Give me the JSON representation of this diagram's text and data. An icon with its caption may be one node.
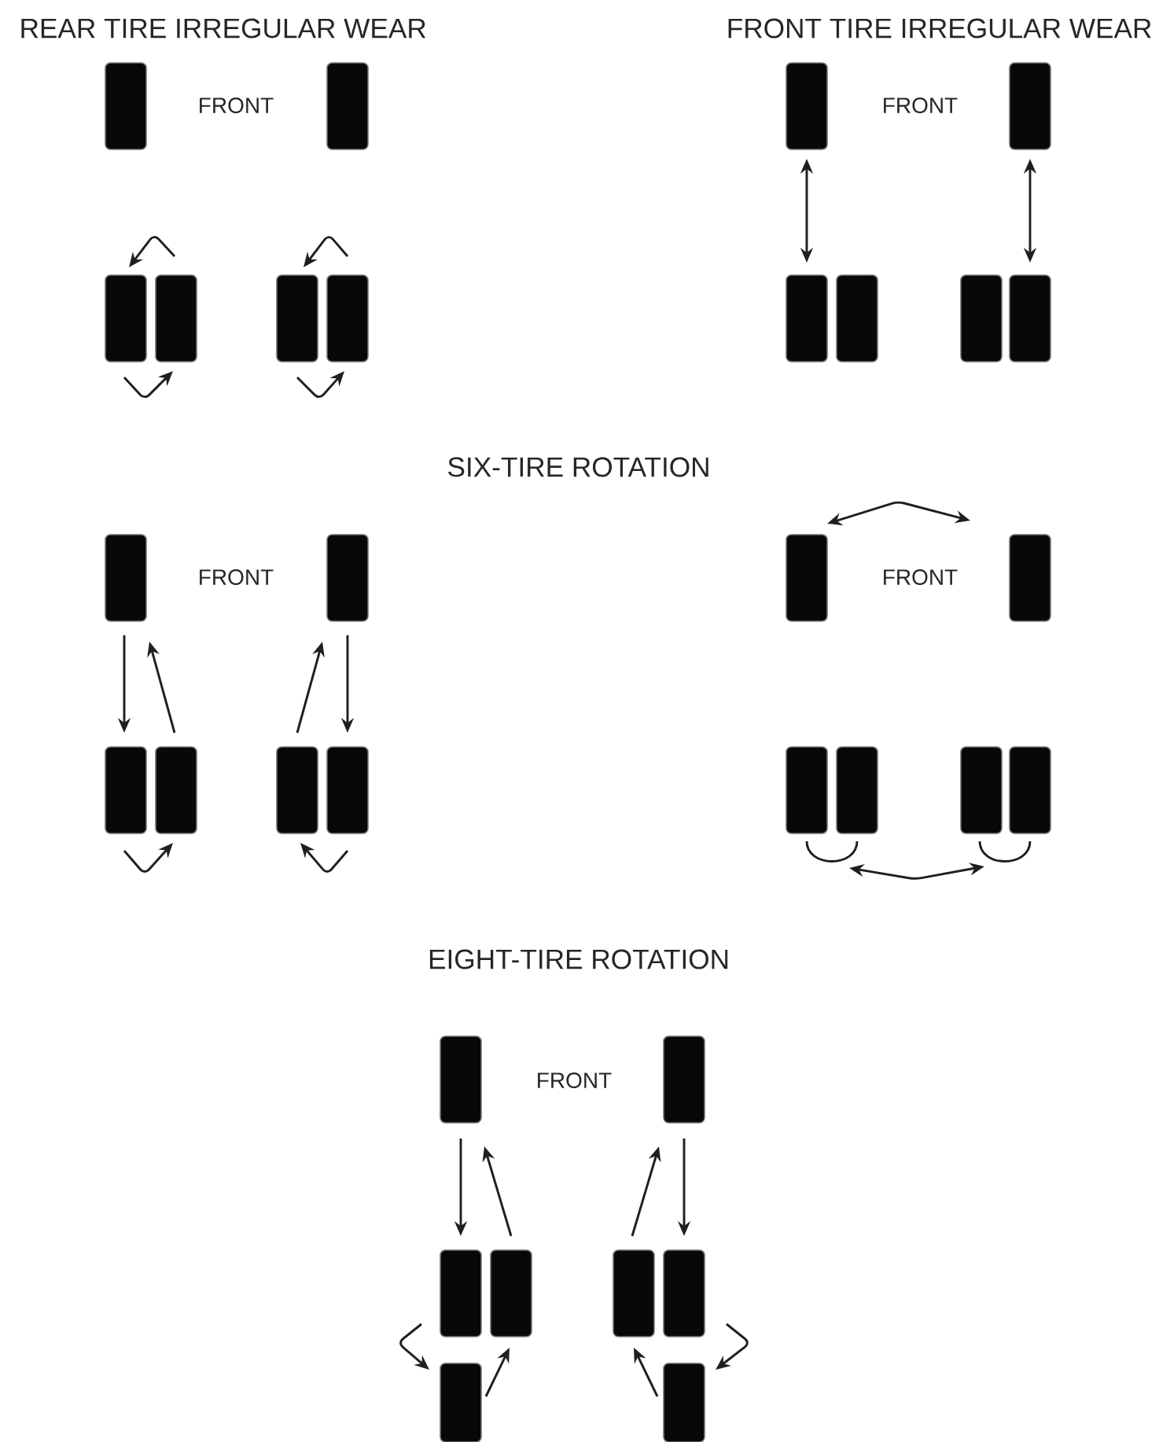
{
  "diagram": {
    "nodes": [
      {
        "text": [],
        "shape": "box"
      },
      {
        "text": [],
        "shape": "box"
      },
      {
        "text": [],
        "shape": "box"
      },
      {
        "text": [],
        "shape": "box"
      },
      {
        "text": [],
        "shape": "box"
      },
      {
        "text": [],
        "shape": "box"
      },
      {
        "text": [],
        "shape": "box"
      },
      {
        "text": [],
        "shape": "box"
      },
      {
        "text": [],
        "shape": "box"
      },
      {
        "text": [],
        "shape": "box"
      },
      {
        "text": [],
        "shape": "box"
      },
      {
        "text": [],
        "shape": "box"
      },
      {
        "text": [],
        "shape": "box"
      },
      {
        "text": [],
        "shape": "box"
      },
      {
        "text": [],
        "shape": "box"
      },
      {
        "text": [],
        "shape": "box"
      },
      {
        "text": [],
        "shape": "box"
      },
      {
        "text": [],
        "shape": "box"
      },
      {
        "text": [],
        "shape": "box"
      },
      {
        "text": [],
        "shape": "box"
      },
      {
        "text": [],
        "shape": "box"
      },
      {
        "text": [],
        "shape": "box"
      },
      {
        "text": [],
        "shape": "box"
      },
      {
        "text": [],
        "shape": "box"
      },
      {
        "text": [],
        "shape": "box"
      },
      {
        "text": [],
        "shape": "box"
      },
      {
        "text": [],
        "shape": "box"
      },
      {
        "text": [],
        "shape": "box"
      },
      {
        "text": [],
        "shape": "box"
      },
      {
        "text": [],
        "shape": "box"
      },
      {
        "text": [],
        "shape": "box"
      },
      {
        "text": [],
        "shape": "box"
      }
    ],
    "edges": [
      {
        "from": 3,
        "to": 2,
        "arrow": "to"
      },
      {
        "from": 2,
        "to": 3,
        "arrow": "to"
      },
      {
        "from": 5,
        "to": 4,
        "arrow": "to"
      },
      {
        "from": 4,
        "to": 5,
        "arrow": "to"
      },
      {
        "from": 6,
        "to": 8,
        "arrow": "both"
      },
      {
        "from": 7,
        "to": 11,
        "arrow": "both"
      },
      {
        "from": 12,
        "to": 14,
        "arrow": "to"
      },
      {
        "from": 15,
        "to": 12,
        "arrow": "to"
      },
      {
        "from": 16,
        "to": 13,
        "arrow": "to"
      },
      {
        "from": 13,
        "to": 17,
        "arrow": "to"
      },
      {
        "from": 14,
        "to": 15,
        "arrow": "to"
      },
      {
        "from": 17,
        "to": 16,
        "arrow": "to"
      },
      {
        "from": 18,
        "to": 19,
        "arrow": "both"
      },
      {
        "from": 20,
        "to": 21,
        "arrow": "none"
      },
      {
        "from": 22,
        "to": 23,
        "arrow": "none"
      },
      {
        "from": 21,
        "to": 22,
        "arrow": "both"
      },
      {
        "from": 24,
        "to": 26,
        "arrow": "to"
      },
      {
        "from": 27,
        "to": 24,
        "arrow": "to"
      },
      {
        "from": 28,
        "to": 25,
        "arrow": "to"
      },
      {
        "from": 25,
        "to": 29,
        "arrow": "to"
      },
      {
        "from": 26,
        "to": 30,
        "arrow": "to"
      },
      {
        "from": 30,
        "to": 27,
        "arrow": "to"
      },
      {
        "from": 29,
        "to": 31,
        "arrow": "to"
      },
      {
        "from": 31,
        "to": 28,
        "arrow": "to"
      }
    ],
    "labels": [
      "REAR TIRE IRREGULAR WEAR",
      "FRONT TIRE IRREGULAR WEAR",
      "FRONT",
      "FRONT",
      "SIX-TIRE ROTATION",
      "FRONT",
      "FRONT",
      "EIGHT-TIRE ROTATION",
      "FRONT"
    ]
  }
}
